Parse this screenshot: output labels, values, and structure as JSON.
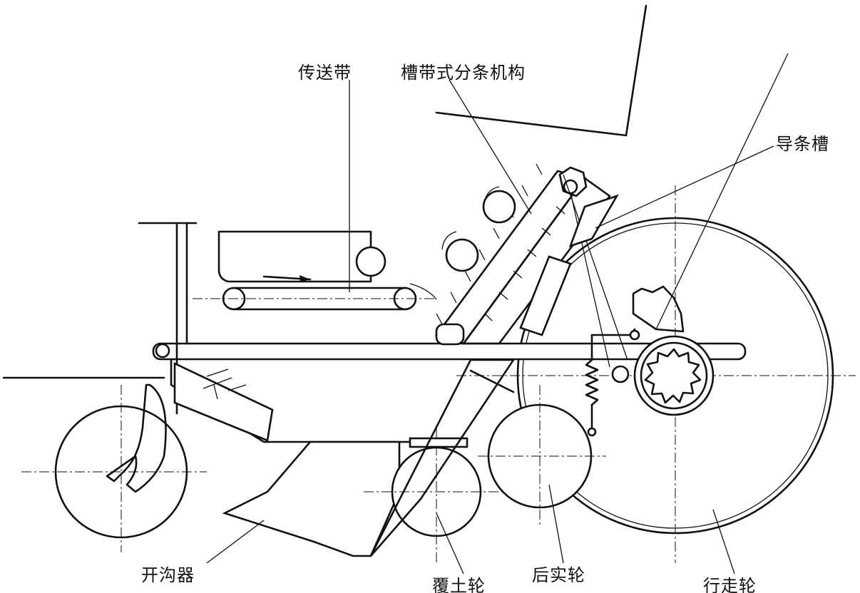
{
  "title": "Planter mechanism diagram",
  "labels": {
    "conveyor_belt": "传送带",
    "slot_belt_divider": "槽带式分条机构",
    "guide_slot": "导条槽",
    "furrow_opener": "开沟器",
    "covering_wheel": "覆土轮",
    "rear_press_wheel": "后实轮",
    "travel_wheel": "行走轮"
  }
}
